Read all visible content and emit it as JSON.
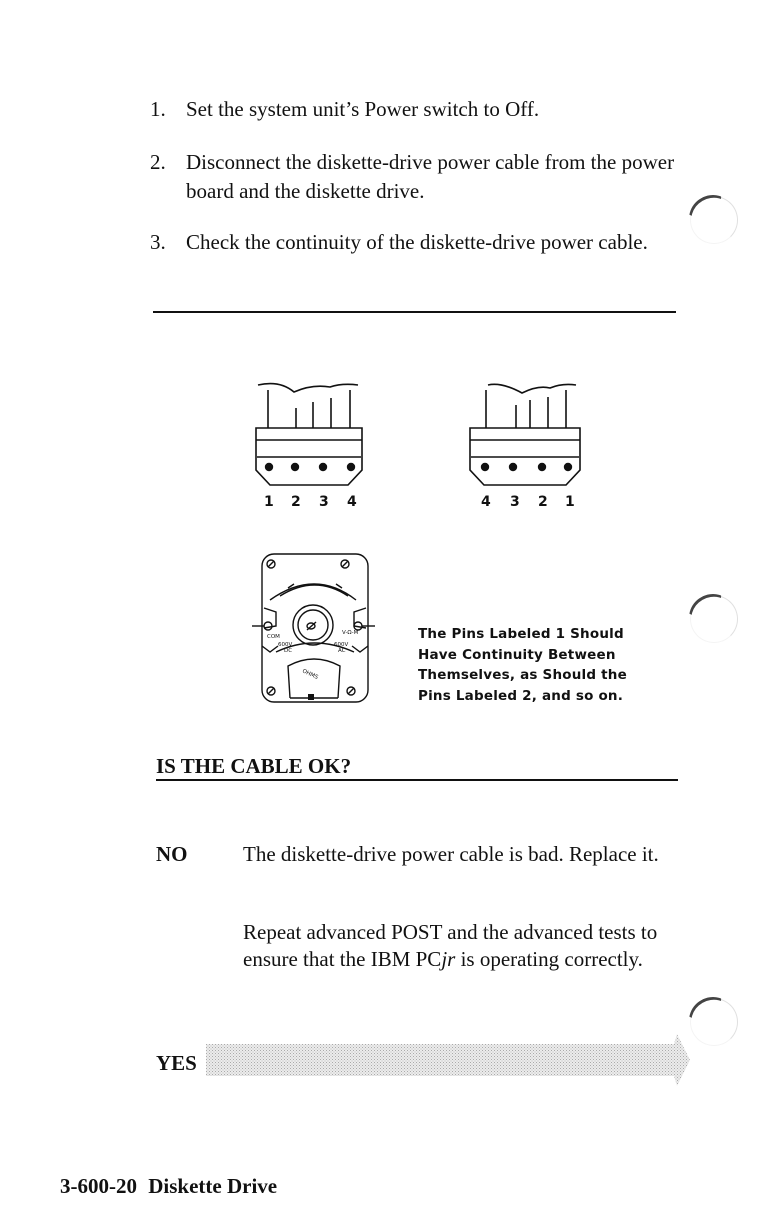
{
  "steps": [
    {
      "num": "1.",
      "text": "Set the system unit’s Power switch to Off."
    },
    {
      "num": "2.",
      "text": "Disconnect the diskette-drive power cable from the power board and the diskette drive."
    },
    {
      "num": "3.",
      "text": "Check the continuity of the diskette-drive power cable."
    }
  ],
  "figure": {
    "left_pins": [
      "1",
      "2",
      "3",
      "4"
    ],
    "right_pins": [
      "4",
      "3",
      "2",
      "1"
    ],
    "meter_labels": {
      "com": "COM",
      "vohm": "V-Ω-M",
      "dc": "600V DC",
      "ac": "600V AC",
      "ohms": "OHMS"
    },
    "caption_lines": [
      "The Pins Labeled 1 Should",
      "Have Continuity Between",
      "Themselves, as Should the",
      "Pins Labeled 2, and so on."
    ]
  },
  "question": "IS THE CABLE OK?",
  "answers": {
    "no_label": "NO",
    "no_text_1": "The diskette-drive power cable is bad. Replace it.",
    "no_text_2_pre": "Repeat advanced POST and the advanced tests to ensure that the IBM PC",
    "no_text_2_em": "jr",
    "no_text_2_post": " is operating correctly.",
    "yes_label": "YES"
  },
  "footer": {
    "number": "3-600-20",
    "title": "Diskette Drive"
  }
}
